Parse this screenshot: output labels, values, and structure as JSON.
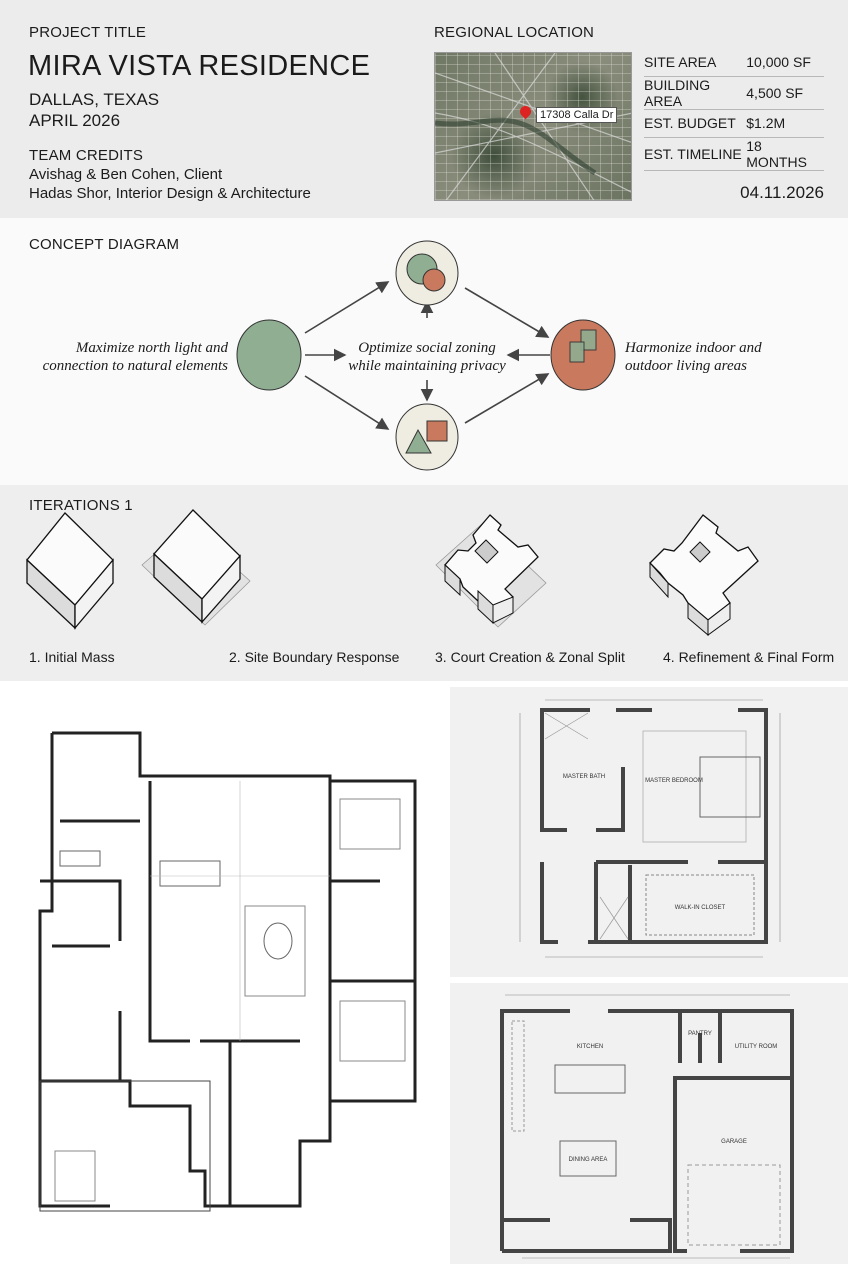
{
  "header": {
    "project_title_label": "PROJECT TITLE",
    "project_name": "MIRA VISTA RESIDENCE",
    "location": "DALLAS, TEXAS",
    "date_line": "APRIL 2026",
    "team_label": "TEAM CREDITS",
    "team": [
      "Avishag & Ben Cohen, Client",
      "Hadas Shor, Interior Design & Architecture"
    ],
    "regional_label": "REGIONAL LOCATION",
    "map_marker_label": "17308 Calla Dr",
    "stats": [
      {
        "label": "SITE AREA",
        "value": "10,000 SF"
      },
      {
        "label": "BUILDING AREA",
        "value": "4,500 SF"
      },
      {
        "label": "EST. BUDGET",
        "value": "$1.2M"
      },
      {
        "label": "EST. TIMELINE",
        "value": "18 MONTHS"
      }
    ],
    "sheet_date": "04.11.2026"
  },
  "concept": {
    "title": "CONCEPT DIAGRAM",
    "left_text": [
      "Maximize north light and",
      "connection to natural elements"
    ],
    "center_text": [
      "Optimize social zoning",
      "while maintaining privacy"
    ],
    "right_text": [
      "Harmonize indoor and",
      "outdoor living areas"
    ],
    "colors": {
      "green": "#8fae92",
      "terracotta": "#c97a5e",
      "cream": "#efece2"
    }
  },
  "iterations": {
    "title": "ITERATIONS 1",
    "steps": [
      "1. Initial Mass",
      "2. Site Boundary Response",
      "3. Court Creation & Zonal Split",
      "4. Refinement & Final Form"
    ]
  },
  "plans": {
    "suite": {
      "rooms": [
        "MASTER BATH",
        "MASTER BEDROOM",
        "WALK-IN CLOSET"
      ]
    },
    "kitchen": {
      "rooms": [
        "KITCHEN",
        "DINING AREA",
        "PANTRY",
        "UTILITY ROOM",
        "GARAGE"
      ]
    }
  }
}
